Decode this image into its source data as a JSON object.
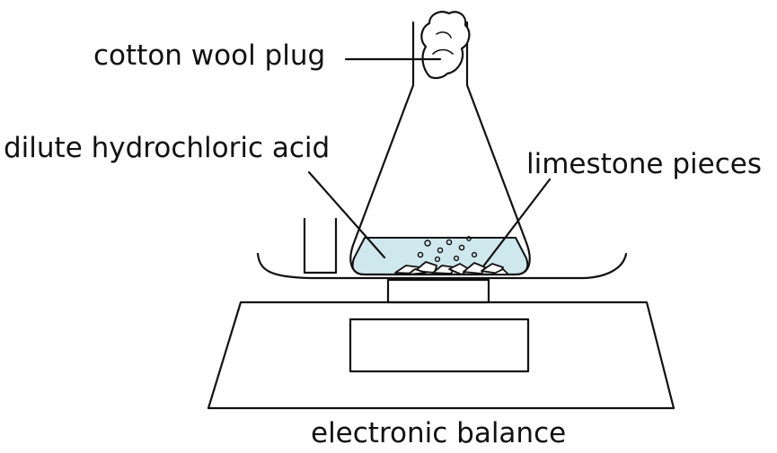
{
  "labels": {
    "cotton_wool_plug": "cotton wool plug",
    "dilute_hydrochloric_acid": "dilute hydrochloric acid",
    "limestone_pieces": "limestone pieces",
    "electronic_balance": "electronic balance"
  },
  "colors": {
    "line": "#111111",
    "acid_fill": "#cfe8ee",
    "background": "#ffffff"
  }
}
